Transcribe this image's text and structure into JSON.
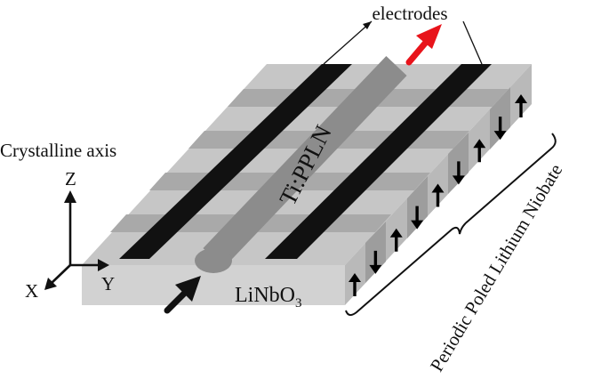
{
  "labels": {
    "electrodes": "electrodes",
    "waveguide": "Ti:PPLN",
    "crystal_axis": "Crystalline axis",
    "axis_z": "Z",
    "axis_x": "X",
    "axis_y": "Y",
    "substrate": "LiNbO",
    "substrate_sub": "3",
    "poled_region": "Periodic Poled Lithium Niobate"
  },
  "colors": {
    "top_face": "#c6c6c6",
    "top_band": "#a9a9a9",
    "front_face": "#d2d2d2",
    "side_face": "#b9b9b9",
    "side_domain_dark": "#9d9d9d",
    "electrode": "#111111",
    "waveguide": "#8c8c8c",
    "output_arrow": "#e8141b",
    "input_arrow": "#111111"
  },
  "domain_polarization": [
    "up",
    "down",
    "up",
    "down",
    "up",
    "down",
    "up",
    "down",
    "up"
  ]
}
